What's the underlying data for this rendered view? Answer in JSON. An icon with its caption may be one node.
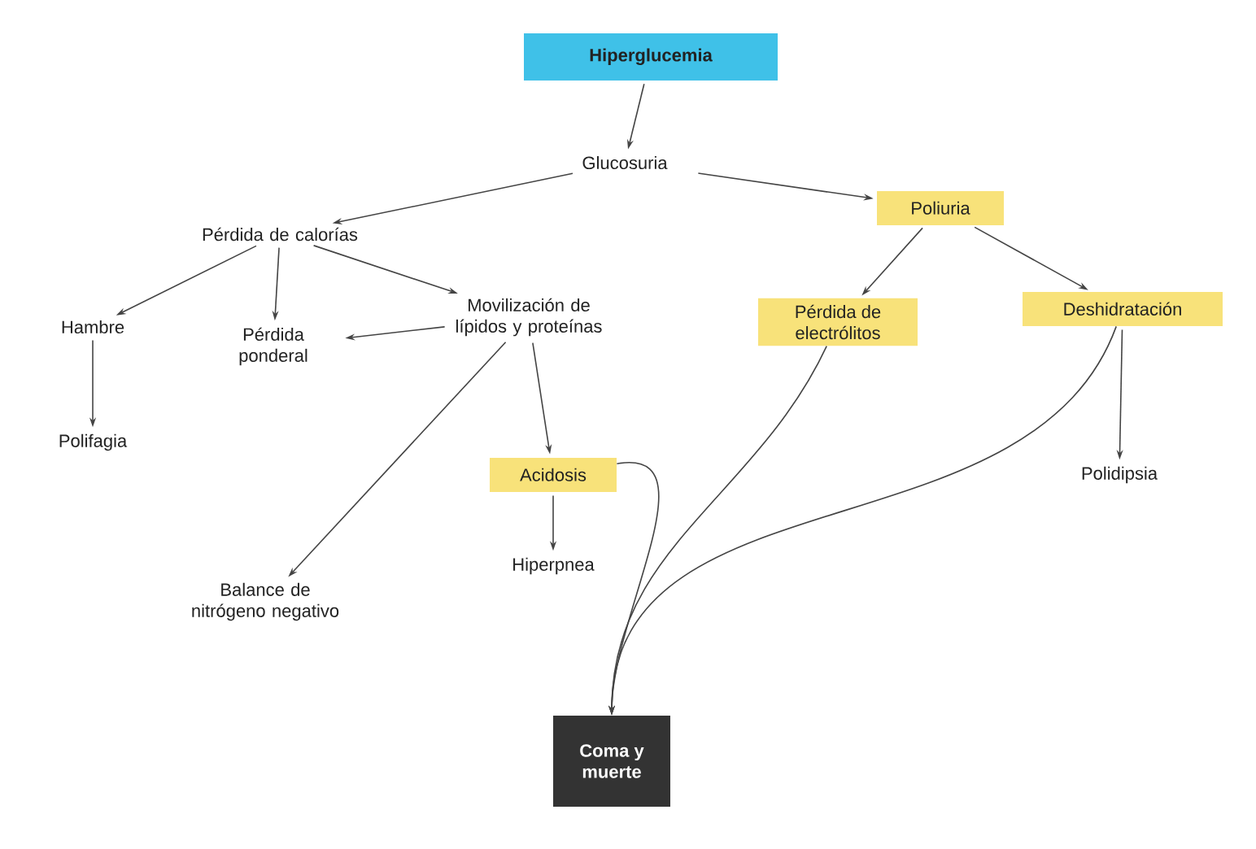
{
  "diagram": {
    "nodes": [
      {
        "text": [
          "Hiperglucemia"
        ]
      },
      {
        "text": [
          "Glucosuria"
        ]
      },
      {
        "text": [
          "Pérdida de calorías"
        ]
      },
      {
        "text": [
          "Hambre"
        ]
      },
      {
        "text": [
          "Pérdida ponderal"
        ]
      },
      {
        "text": [
          "Movilización de lípidos y proteínas"
        ]
      },
      {
        "text": [
          "Polifagia"
        ]
      },
      {
        "text": [
          "Acidosis"
        ]
      },
      {
        "text": [
          "Hiperpnea"
        ]
      },
      {
        "text": [
          "Balance de nitrógeno negativo"
        ]
      },
      {
        "text": [
          "Poliuria"
        ]
      },
      {
        "text": [
          "Pérdida de electrólitos"
        ]
      },
      {
        "text": [
          "Deshidratación"
        ]
      },
      {
        "text": [
          "Polidipsia"
        ]
      },
      {
        "text": [
          "Coma y muerte"
        ]
      }
    ],
    "edges": [
      {
        "from": 0,
        "to": 1,
        "arrow": "to"
      },
      {
        "from": 1,
        "to": 2,
        "arrow": "to"
      },
      {
        "from": 1,
        "to": 10,
        "arrow": "to"
      },
      {
        "from": 2,
        "to": 3,
        "arrow": "to"
      },
      {
        "from": 2,
        "to": 4,
        "arrow": "to"
      },
      {
        "from": 2,
        "to": 5,
        "arrow": "to"
      },
      {
        "from": 3,
        "to": 6,
        "arrow": "to"
      },
      {
        "from": 5,
        "to": 4,
        "arrow": "to"
      },
      {
        "from": 5,
        "to": 9,
        "arrow": "to"
      },
      {
        "from": 5,
        "to": 7,
        "arrow": "to"
      },
      {
        "from": 7,
        "to": 8,
        "arrow": "to"
      },
      {
        "from": 10,
        "to": 11,
        "arrow": "to"
      },
      {
        "from": 10,
        "to": 12,
        "arrow": "to"
      },
      {
        "from": 12,
        "to": 13,
        "arrow": "to"
      },
      {
        "from": 7,
        "to": 14,
        "arrow": "to"
      },
      {
        "from": 11,
        "to": 14,
        "arrow": "to"
      },
      {
        "from": 12,
        "to": 14,
        "arrow": "to"
      }
    ]
  }
}
